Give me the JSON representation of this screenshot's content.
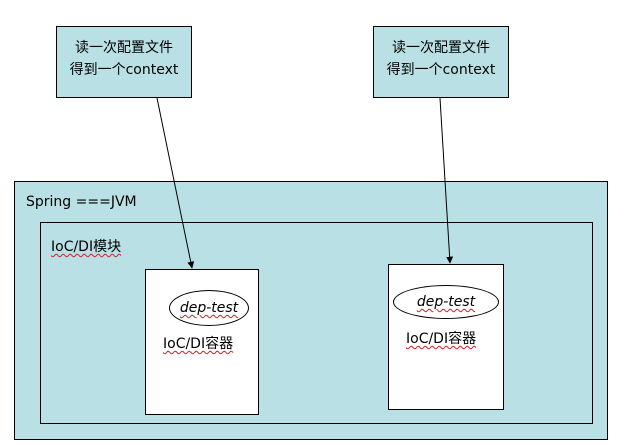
{
  "notes": {
    "left": {
      "line1": "读一次配置文件",
      "line2": "得到一个context"
    },
    "right": {
      "line1": "读一次配置文件",
      "line2": "得到一个context"
    }
  },
  "spring": {
    "label": "Spring ===JVM"
  },
  "ioc_module": {
    "label": "IoC/DI模块"
  },
  "containers": {
    "left": {
      "bean": "dep-test",
      "label": "IoC/DI容器"
    },
    "right": {
      "bean": "dep-test",
      "label": "IoC/DI容器"
    }
  },
  "colors": {
    "fill": "#b9e0e5",
    "stroke": "#000000",
    "spellcheck": "#d02020"
  }
}
